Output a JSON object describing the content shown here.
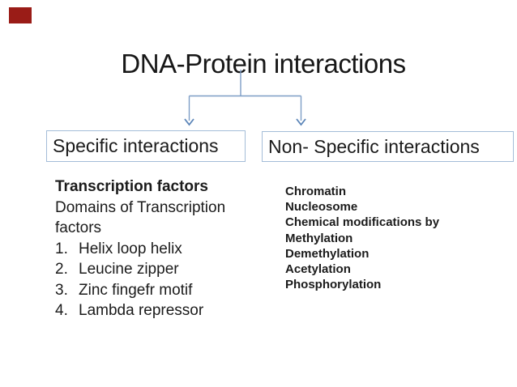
{
  "slide": {
    "title": "DNA-Protein interactions",
    "colors": {
      "text": "#1c1c1c",
      "box_border": "#a4bdd8",
      "connector": "#7d9dc6",
      "arrow": "#5b85b8",
      "marker": "#9a1c17"
    },
    "boxes": {
      "left_label": "Specific interactions",
      "right_label": "Non- Specific interactions"
    },
    "left_panel": {
      "heading": "Transcription factors",
      "subheading_line1": "Domains of Transcription",
      "subheading_line2": "factors",
      "items": [
        {
          "num": "1.",
          "text": "Helix loop helix"
        },
        {
          "num": "2.",
          "text": "Leucine zipper"
        },
        {
          "num": "3.",
          "text": "Zinc fingefr motif"
        },
        {
          "num": "4.",
          "text": "Lambda repressor"
        }
      ]
    },
    "right_panel": {
      "lines": [
        "Chromatin",
        "Nucleosome",
        "Chemical modifications by",
        "Methylation",
        "Demethylation",
        "Acetylation",
        "Phosphorylation"
      ]
    }
  }
}
